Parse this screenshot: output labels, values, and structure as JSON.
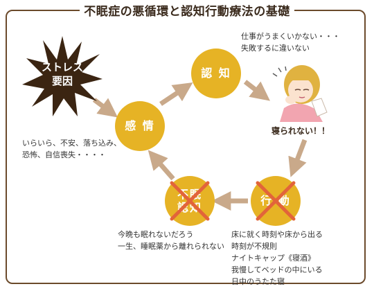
{
  "title": "不眠症の悪循環と認知行動療法の基礎",
  "stress_label": "ストレス\n要因",
  "nodes": {
    "ninchi": "認 知",
    "kanjo": "感 情",
    "fumin_ninchi": "不眠\n認知",
    "kodo": "行 動"
  },
  "notes": {
    "ninchi": "仕事がうまくいかない・・・\n失敗するに違いない",
    "kanjo": "いらいら、不安、落ち込み、\n恐怖、自信喪失・・・・",
    "fumin": "今晩も眠れないだろう\n一生、睡眠薬から離れられない",
    "kodo": "床に就く時刻や床から出る\n時刻が不規則\nナイトキャップ《寝酒》\n我慢してベッドの中にいる\n日中のうたた寝"
  },
  "nerarenai": "寝られない！！",
  "colors": {
    "circle": "#e6b325",
    "arrow": "#c9a98a",
    "cross": "#e2643a",
    "star": "#3b2512",
    "frame": "#6b4a2b"
  }
}
